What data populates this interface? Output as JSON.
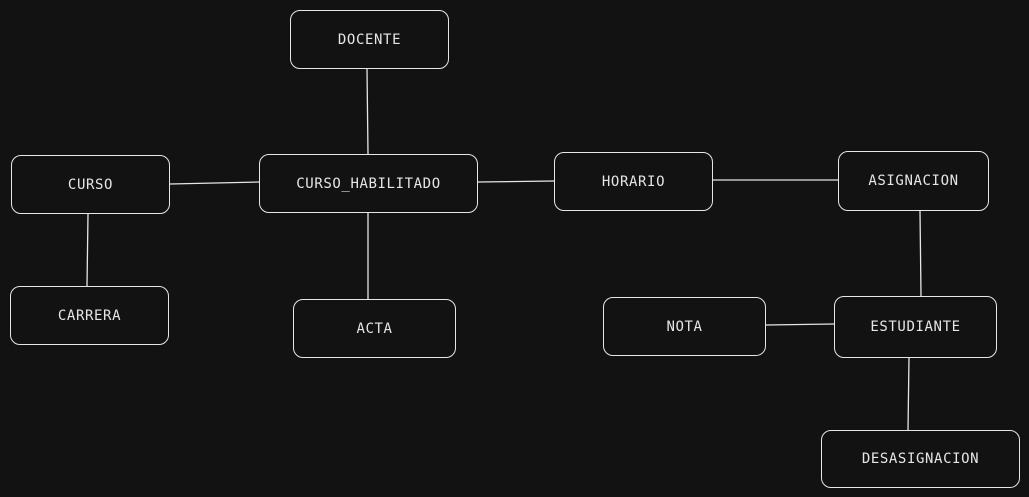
{
  "diagram": {
    "nodes": [
      {
        "id": "docente",
        "label": "DOCENTE"
      },
      {
        "id": "curso",
        "label": "CURSO"
      },
      {
        "id": "curso-habilitado",
        "label": "CURSO_HABILITADO"
      },
      {
        "id": "horario",
        "label": "HORARIO"
      },
      {
        "id": "asignacion",
        "label": "ASIGNACION"
      },
      {
        "id": "carrera",
        "label": "CARRERA"
      },
      {
        "id": "acta",
        "label": "ACTA"
      },
      {
        "id": "nota",
        "label": "NOTA"
      },
      {
        "id": "estudiante",
        "label": "ESTUDIANTE"
      },
      {
        "id": "desasignacion",
        "label": "DESASIGNACION"
      }
    ],
    "edges": [
      {
        "from": "docente",
        "to": "curso-habilitado"
      },
      {
        "from": "curso",
        "to": "curso-habilitado"
      },
      {
        "from": "curso-habilitado",
        "to": "horario"
      },
      {
        "from": "curso-habilitado",
        "to": "acta"
      },
      {
        "from": "horario",
        "to": "asignacion"
      },
      {
        "from": "curso",
        "to": "carrera"
      },
      {
        "from": "asignacion",
        "to": "estudiante"
      },
      {
        "from": "nota",
        "to": "estudiante"
      },
      {
        "from": "estudiante",
        "to": "desasignacion"
      }
    ],
    "colors": {
      "background": "#121212",
      "stroke": "#e6e6e6",
      "text": "#e6e6e6"
    }
  }
}
